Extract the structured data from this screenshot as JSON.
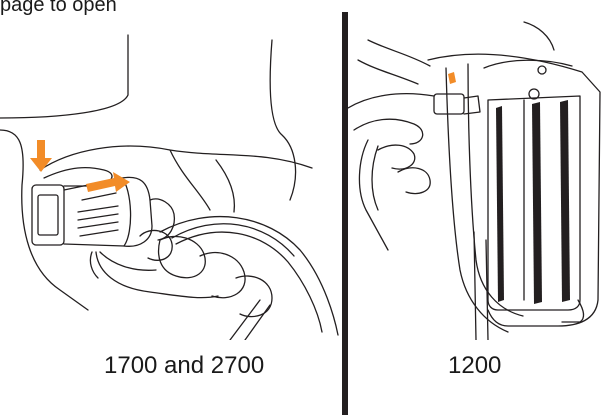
{
  "top_text": "page to open",
  "panels": [
    {
      "caption": "1700 and 2700"
    },
    {
      "caption": "1200"
    }
  ],
  "colors": {
    "line": "#231f20",
    "arrow": "#f28c28",
    "divider": "#231f20"
  }
}
